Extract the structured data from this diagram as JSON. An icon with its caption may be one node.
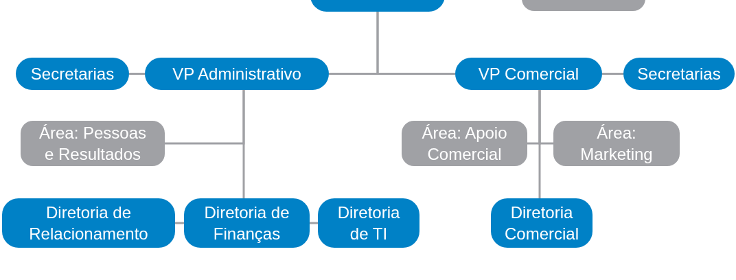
{
  "diagram": {
    "nodes": [
      {
        "text": [],
        "shape": "box"
      },
      {
        "text": [],
        "shape": "box"
      },
      {
        "text": [
          "Secretarias"
        ]
      },
      {
        "text": [
          "VP Administrativo"
        ]
      },
      {
        "text": [
          "VP Comercial"
        ]
      },
      {
        "text": [
          "Secretarias"
        ]
      },
      {
        "text": [
          "Área: Pessoas e Resultados"
        ]
      },
      {
        "text": [
          "Área: Apoio Comercial"
        ]
      },
      {
        "text": [
          "Área: Marketing"
        ]
      },
      {
        "text": [
          "Diretoria de Relacionamento"
        ]
      },
      {
        "text": [
          "Diretoria de Finanças"
        ]
      },
      {
        "text": [
          "Diretoria de TI"
        ]
      },
      {
        "text": [
          "Diretoria Comercial"
        ]
      }
    ],
    "edges": [
      {
        "from": 0,
        "to": 3,
        "arrow": "none"
      },
      {
        "from": 0,
        "to": 4,
        "arrow": "none"
      },
      {
        "from": 3,
        "to": 2,
        "arrow": "none"
      },
      {
        "from": 4,
        "to": 5,
        "arrow": "none"
      },
      {
        "from": 3,
        "to": 6,
        "arrow": "none"
      },
      {
        "from": 3,
        "to": 10,
        "arrow": "none"
      },
      {
        "from": 10,
        "to": 9,
        "arrow": "none"
      },
      {
        "from": 10,
        "to": 11,
        "arrow": "none"
      },
      {
        "from": 4,
        "to": 7,
        "arrow": "none"
      },
      {
        "from": 4,
        "to": 8,
        "arrow": "none"
      },
      {
        "from": 4,
        "to": 12,
        "arrow": "none"
      }
    ]
  }
}
